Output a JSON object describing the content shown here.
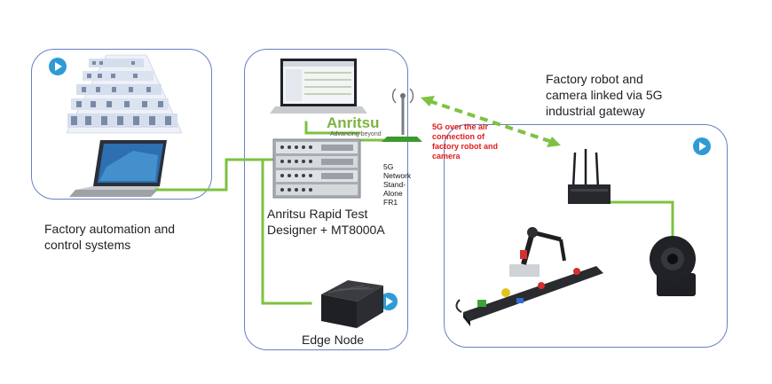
{
  "labels": {
    "left_caption": [
      "Factory automation and",
      "control systems"
    ],
    "middle_caption": [
      "Anritsu Rapid Test",
      "Designer + MT8000A"
    ],
    "edge_caption": "Edge Node",
    "right_caption": [
      "Factory robot and",
      "camera linked via 5G",
      "industrial gateway"
    ],
    "network_label": [
      "5G",
      "Network",
      "Stand-",
      "Alone",
      "FR1"
    ],
    "ota_label": [
      "5G over the air",
      "connection of",
      "factory robot and",
      "camera"
    ],
    "brand_name": "Anritsu",
    "brand_tagline": "Advancing beyond"
  },
  "colors": {
    "link_green": "#7dc242",
    "panel_border": "#6b7fc4",
    "accent_blue": "#2e9bd6",
    "ota_red": "#e21b1b"
  },
  "icons": [
    "play-icon",
    "laptop-icon",
    "antenna-icon",
    "instrument-icon",
    "edge-node-icon",
    "gateway-icon",
    "robot-arm-icon",
    "conveyor-icon",
    "camera-icon",
    "pyramid-diagram-icon"
  ]
}
